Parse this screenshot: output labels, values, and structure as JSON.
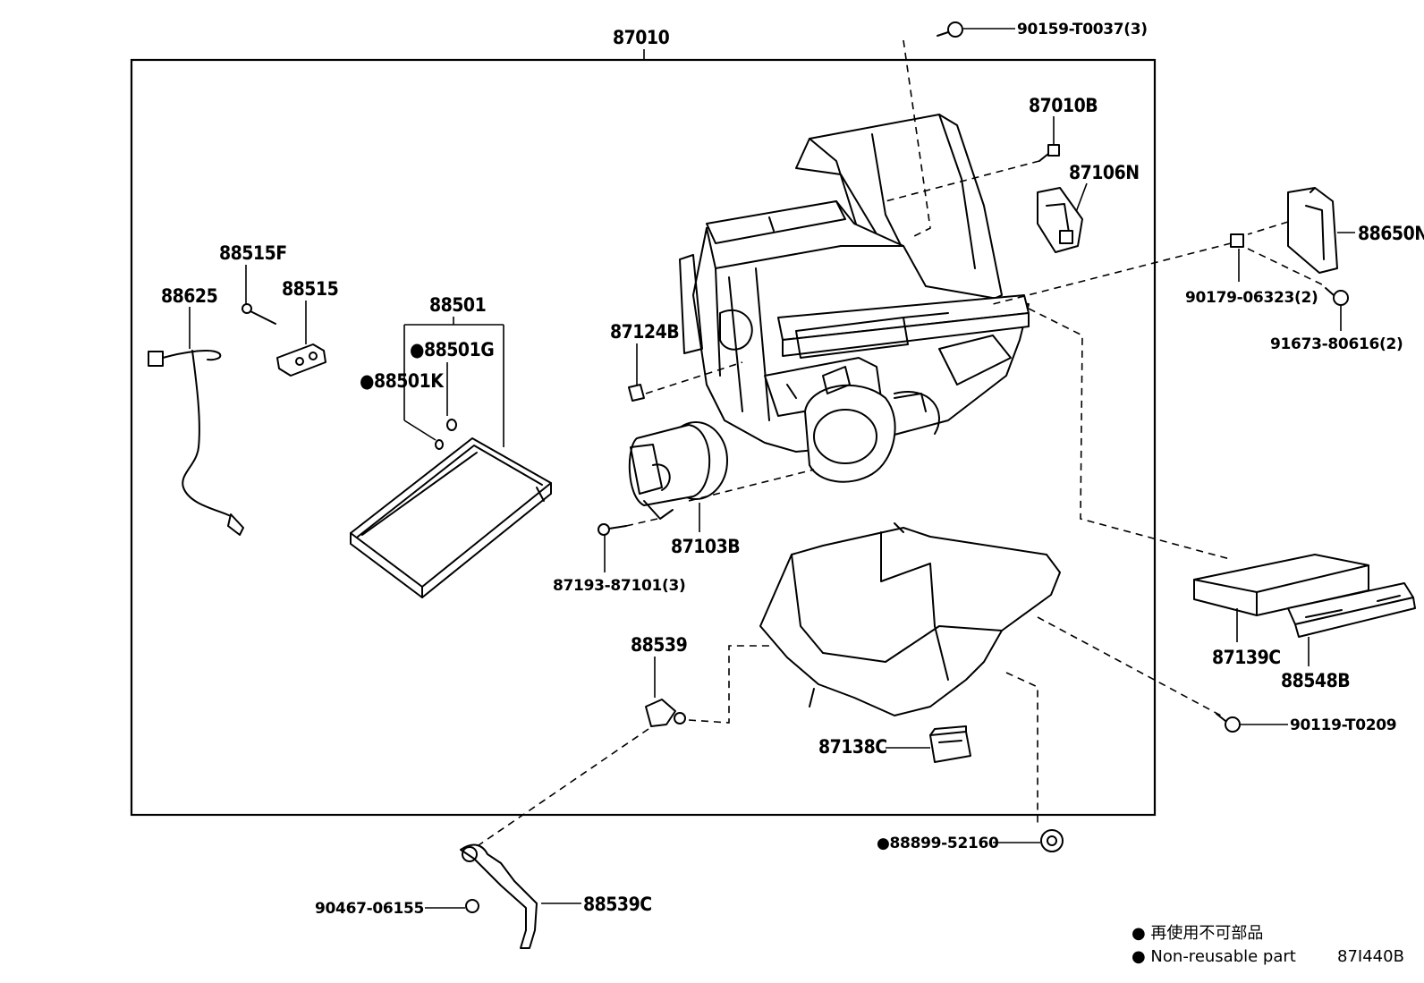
{
  "diagram": {
    "assembly_label": "87010",
    "parts": {
      "p90159": "90159-T0037(3)",
      "p87010B": "87010B",
      "p87106N": "87106N",
      "p88650N": "88650N",
      "p90179": "90179-06323(2)",
      "p91673": "91673-80616(2)",
      "p88515F": "88515F",
      "p88515": "88515",
      "p88625": "88625",
      "p88501": "88501",
      "p88501G": "●88501G",
      "p88501K": "●88501K",
      "p87124B": "87124B",
      "p87103B": "87103B",
      "p87193": "87193-87101(3)",
      "p88539": "88539",
      "p87139C": "87139C",
      "p88548B": "88548B",
      "p90119": "90119-T0209",
      "p87138C": "87138C",
      "p88899": "●88899-52160",
      "p90467": "90467-06155",
      "p88539C": "88539C"
    },
    "legend": {
      "line_jp": "● 再使用不可部品",
      "line_en": "● Non-reusable part"
    },
    "figure_code": "87I440B"
  }
}
